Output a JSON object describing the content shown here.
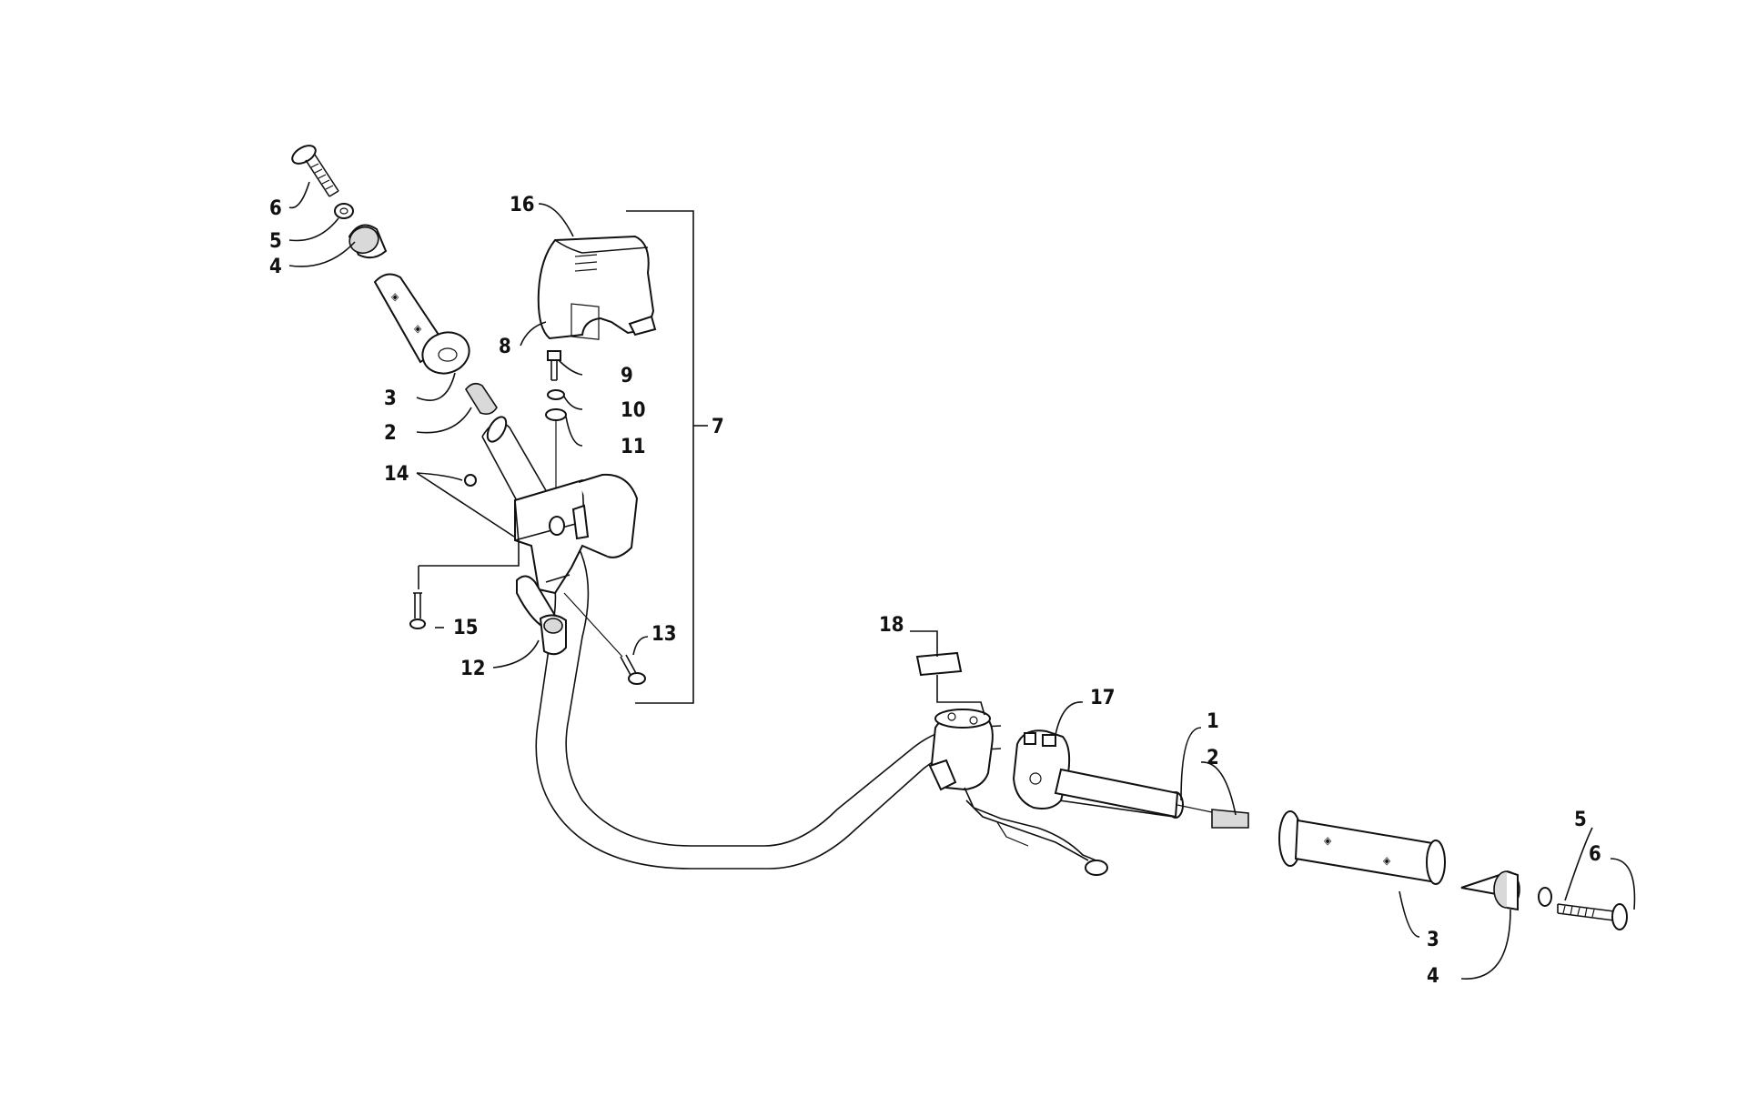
{
  "callouts": [
    {
      "id": "c6a",
      "label": "6"
    },
    {
      "id": "c5a",
      "label": "5"
    },
    {
      "id": "c4a",
      "label": "4"
    },
    {
      "id": "c3a",
      "label": "3"
    },
    {
      "id": "c2a",
      "label": "2"
    },
    {
      "id": "c14",
      "label": "14"
    },
    {
      "id": "c15",
      "label": "15"
    },
    {
      "id": "c12",
      "label": "12"
    },
    {
      "id": "c13",
      "label": "13"
    },
    {
      "id": "c16",
      "label": "16"
    },
    {
      "id": "c8",
      "label": "8"
    },
    {
      "id": "c9",
      "label": "9"
    },
    {
      "id": "c10",
      "label": "10"
    },
    {
      "id": "c11",
      "label": "11"
    },
    {
      "id": "c7",
      "label": "7"
    },
    {
      "id": "c18",
      "label": "18"
    },
    {
      "id": "c17",
      "label": "17"
    },
    {
      "id": "c1",
      "label": "1"
    },
    {
      "id": "c2b",
      "label": "2"
    },
    {
      "id": "c5b",
      "label": "5"
    },
    {
      "id": "c6b",
      "label": "6"
    },
    {
      "id": "c3b",
      "label": "3"
    },
    {
      "id": "c4b",
      "label": "4"
    }
  ]
}
